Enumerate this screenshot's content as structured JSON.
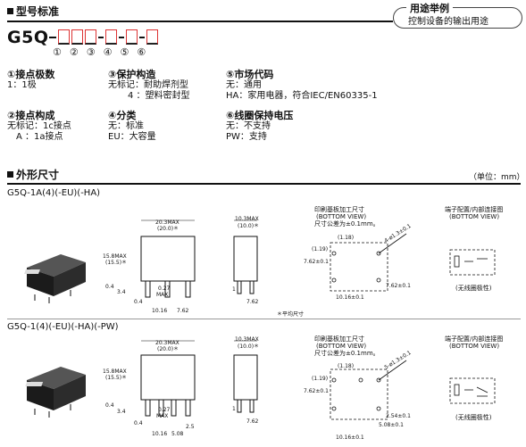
{
  "header": {
    "section_title": "型号标准",
    "model_prefix": "G5Q",
    "circle_nums": [
      "①",
      "②",
      "③",
      "④",
      "⑤",
      "⑥"
    ],
    "usage_tag": "用途举例",
    "usage_text": "控制设备的输出用途"
  },
  "options": {
    "c1_title": "①接点极数",
    "c1_l1": "1：1极",
    "c3_title": "③保护构造",
    "c3_l1": "无标记：耐助焊剂型",
    "c3_l2": "4 ：塑料密封型",
    "c5_title": "⑤市场代码",
    "c5_l1": "无：通用",
    "c5_l2": "HA：家用电器，符合IEC/EN60335-1",
    "c2_title": "②接点构成",
    "c2_l1": "无标记：1c接点",
    "c2_l2": "A ：1a接点",
    "c4_title": "④分类",
    "c4_l1": "无：标准",
    "c4_l2": "EU：大容量",
    "c6_title": "⑥线圈保持电压",
    "c6_l1": "无：不支持",
    "c6_l2": "PW：支持"
  },
  "dims": {
    "section_title": "外形尺寸",
    "unit": "（单位：mm）",
    "avg_note": "＊平均尺寸",
    "models": [
      {
        "name": "G5Q-1A(4)(-EU)(-HA)",
        "pcb_title": "印刷基板加工尺寸",
        "pcb_sub": "(BOTTOM VIEW)",
        "pcb_tol": "尺寸公差为±0.1mm。",
        "term_title": "端子配置/内部连接图",
        "term_sub": "(BOTTOM VIEW)",
        "no_polarity": "(无线圈极性)",
        "labels": [
          "20.3MAX",
          "(20.0)＊",
          "15.8MAX",
          "(15.5)＊",
          "0.4",
          "3.4",
          "0.27",
          "MAX",
          "0.4",
          "10.16",
          "7.62",
          "10.3MAX",
          "(10.0)＊",
          "1",
          "7.62",
          "(1.18)",
          "(1.19)",
          "7.62±0.1",
          "4-ø1.3±0.1",
          "10.16±0.1",
          "7.62±0.1"
        ]
      },
      {
        "name": "G5Q-1(4)(-EU)(-HA)(-PW)",
        "pcb_title": "印刷基板加工尺寸",
        "pcb_sub": "(BOTTOM VIEW)",
        "pcb_tol": "尺寸公差为±0.1mm。",
        "term_title": "端子配置/内部连接图",
        "term_sub": "(BOTTOM VIEW)",
        "no_polarity": "(无线圈极性)",
        "labels": [
          "20.3MAX",
          "(20.0)＊",
          "15.8MAX",
          "(15.5)＊",
          "0.4",
          "3.4",
          "0.27",
          "MAX",
          "0.4",
          "10.16",
          "5.08",
          "2.5",
          "10.3MAX",
          "(10.0)＊",
          "1",
          "7.62",
          "(1.18)",
          "(1.19)",
          "7.62±0.1",
          "5-ø1.3±0.1",
          "2.54±0.1",
          "5.08±0.1",
          "10.16±0.1"
        ]
      }
    ]
  }
}
